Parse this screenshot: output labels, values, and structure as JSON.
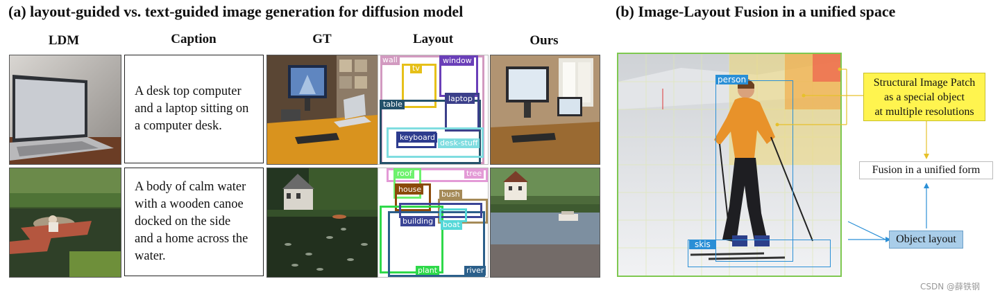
{
  "panel_a": {
    "title": "(a) layout-guided vs. text-guided image generation for diffusion model",
    "columns": [
      "LDM",
      "Caption",
      "GT",
      "Layout",
      "Ours"
    ],
    "rows": [
      {
        "caption": [
          "A desk top computer",
          "and a laptop sitting on",
          "a computer desk."
        ],
        "layout_labels": {
          "wall": "wall",
          "tv": "tv",
          "window": "window",
          "table": "table",
          "laptop": "laptop",
          "keyboard": "keyboard",
          "desk_stuff": "desk-stuff"
        }
      },
      {
        "caption": [
          "A body of calm water",
          "with a wooden canoe",
          "docked on the side",
          "and a home across the",
          "water."
        ],
        "layout_labels": {
          "roof": "roof",
          "tree": "tree",
          "house": "house",
          "bush": "bush",
          "building": "building",
          "boat": "boat",
          "plant": "plant",
          "river": "river"
        }
      }
    ]
  },
  "panel_b": {
    "title": "(b) Image-Layout Fusion in a unified space",
    "labels": {
      "person": "person",
      "skis": "skis"
    },
    "notes": {
      "structural": [
        "Structural Image Patch",
        "as a special object",
        "at multiple resolutions"
      ],
      "fusion": "Fusion in a unified form",
      "object_layout": "Object layout"
    }
  },
  "watermark": "CSDN @薛铁钢",
  "colors": {
    "wall": "#d29ac0",
    "tv": "#e6c019",
    "window": "#6a3fb8",
    "table": "#24516a",
    "laptop": "#3b3f8a",
    "keyboard": "#2d3b8e",
    "desk_stuff": "#7fdde0",
    "roof": "#6ef26e",
    "tree": "#e39ad6",
    "house": "#8b4a0a",
    "bush": "#a58a58",
    "building": "#3b4596",
    "boat": "#55d8d8",
    "plant": "#2fd94a",
    "river": "#2b5f8a",
    "panel_b_border": "#7ec850",
    "box_blue": "#2a8fd6",
    "note_yellow": "#fff44f",
    "note_blue": "#a9cde9"
  }
}
